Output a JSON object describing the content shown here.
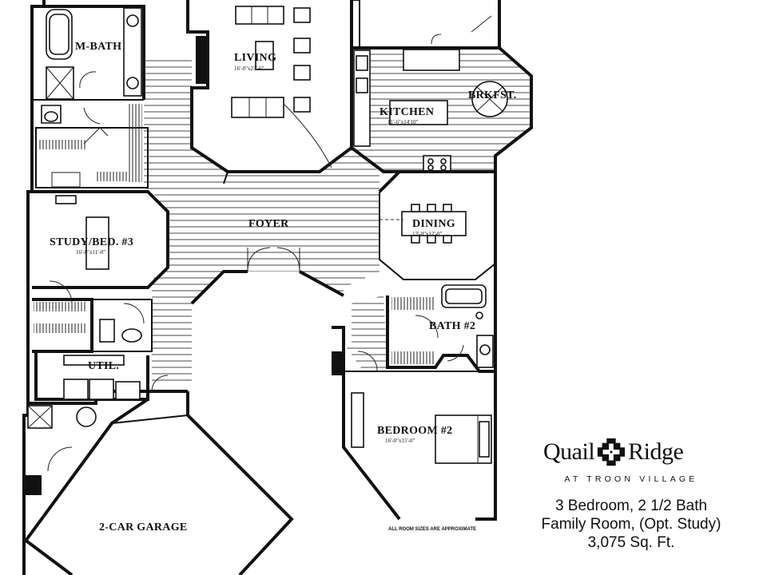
{
  "rooms": {
    "m_bath": "M-BATH",
    "living": "LIVING",
    "living_dim": "16'-0\"x23'-6\"",
    "kitchen": "KITCHEN",
    "kitchen_dim": "11'-6\"x14'10\"",
    "brkfst": "BRKFST.",
    "foyer": "FOYER",
    "dining": "DINING",
    "dining_dim": "13'-0\"x12'-0\"",
    "study": "STUDY/BED. #3",
    "study_dim": "16'-0\"x11'-0\"",
    "bath2": "BATH #2",
    "util": "UTIL.",
    "bedroom2": "BEDROOM #2",
    "bedroom2_dim": "16'-0\"x15'-0\"",
    "garage": "2-CAR GARAGE"
  },
  "note": "ALL ROOM SIZES ARE APPROXIMATE",
  "brand": {
    "name_left": "Quail",
    "name_right": "Ridge",
    "subtitle": "AT TROON VILLAGE",
    "logo_icon": "quail-ridge-cross-emblem-icon"
  },
  "specs": {
    "line1": "3 Bedroom, 2 1/2 Bath",
    "line2": "Family Room, (Opt. Study)",
    "line3": "3,075 Sq. Ft."
  }
}
